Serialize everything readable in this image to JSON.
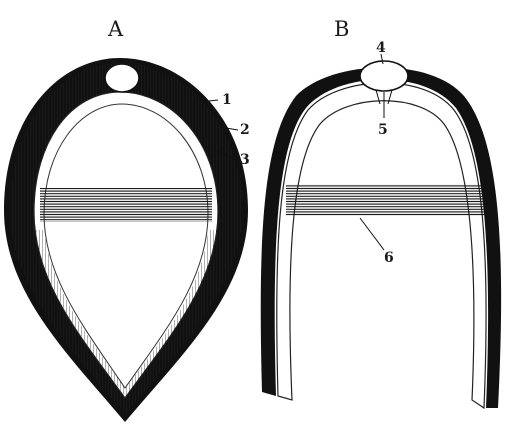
{
  "figure": {
    "panel_a": {
      "label": "A",
      "callouts": [
        "1",
        "2",
        "3"
      ]
    },
    "panel_b": {
      "label": "B",
      "callouts": [
        "4",
        "5",
        "6"
      ]
    }
  },
  "colors": {
    "ink": "#1a1a1a",
    "paper": "#ffffff"
  }
}
